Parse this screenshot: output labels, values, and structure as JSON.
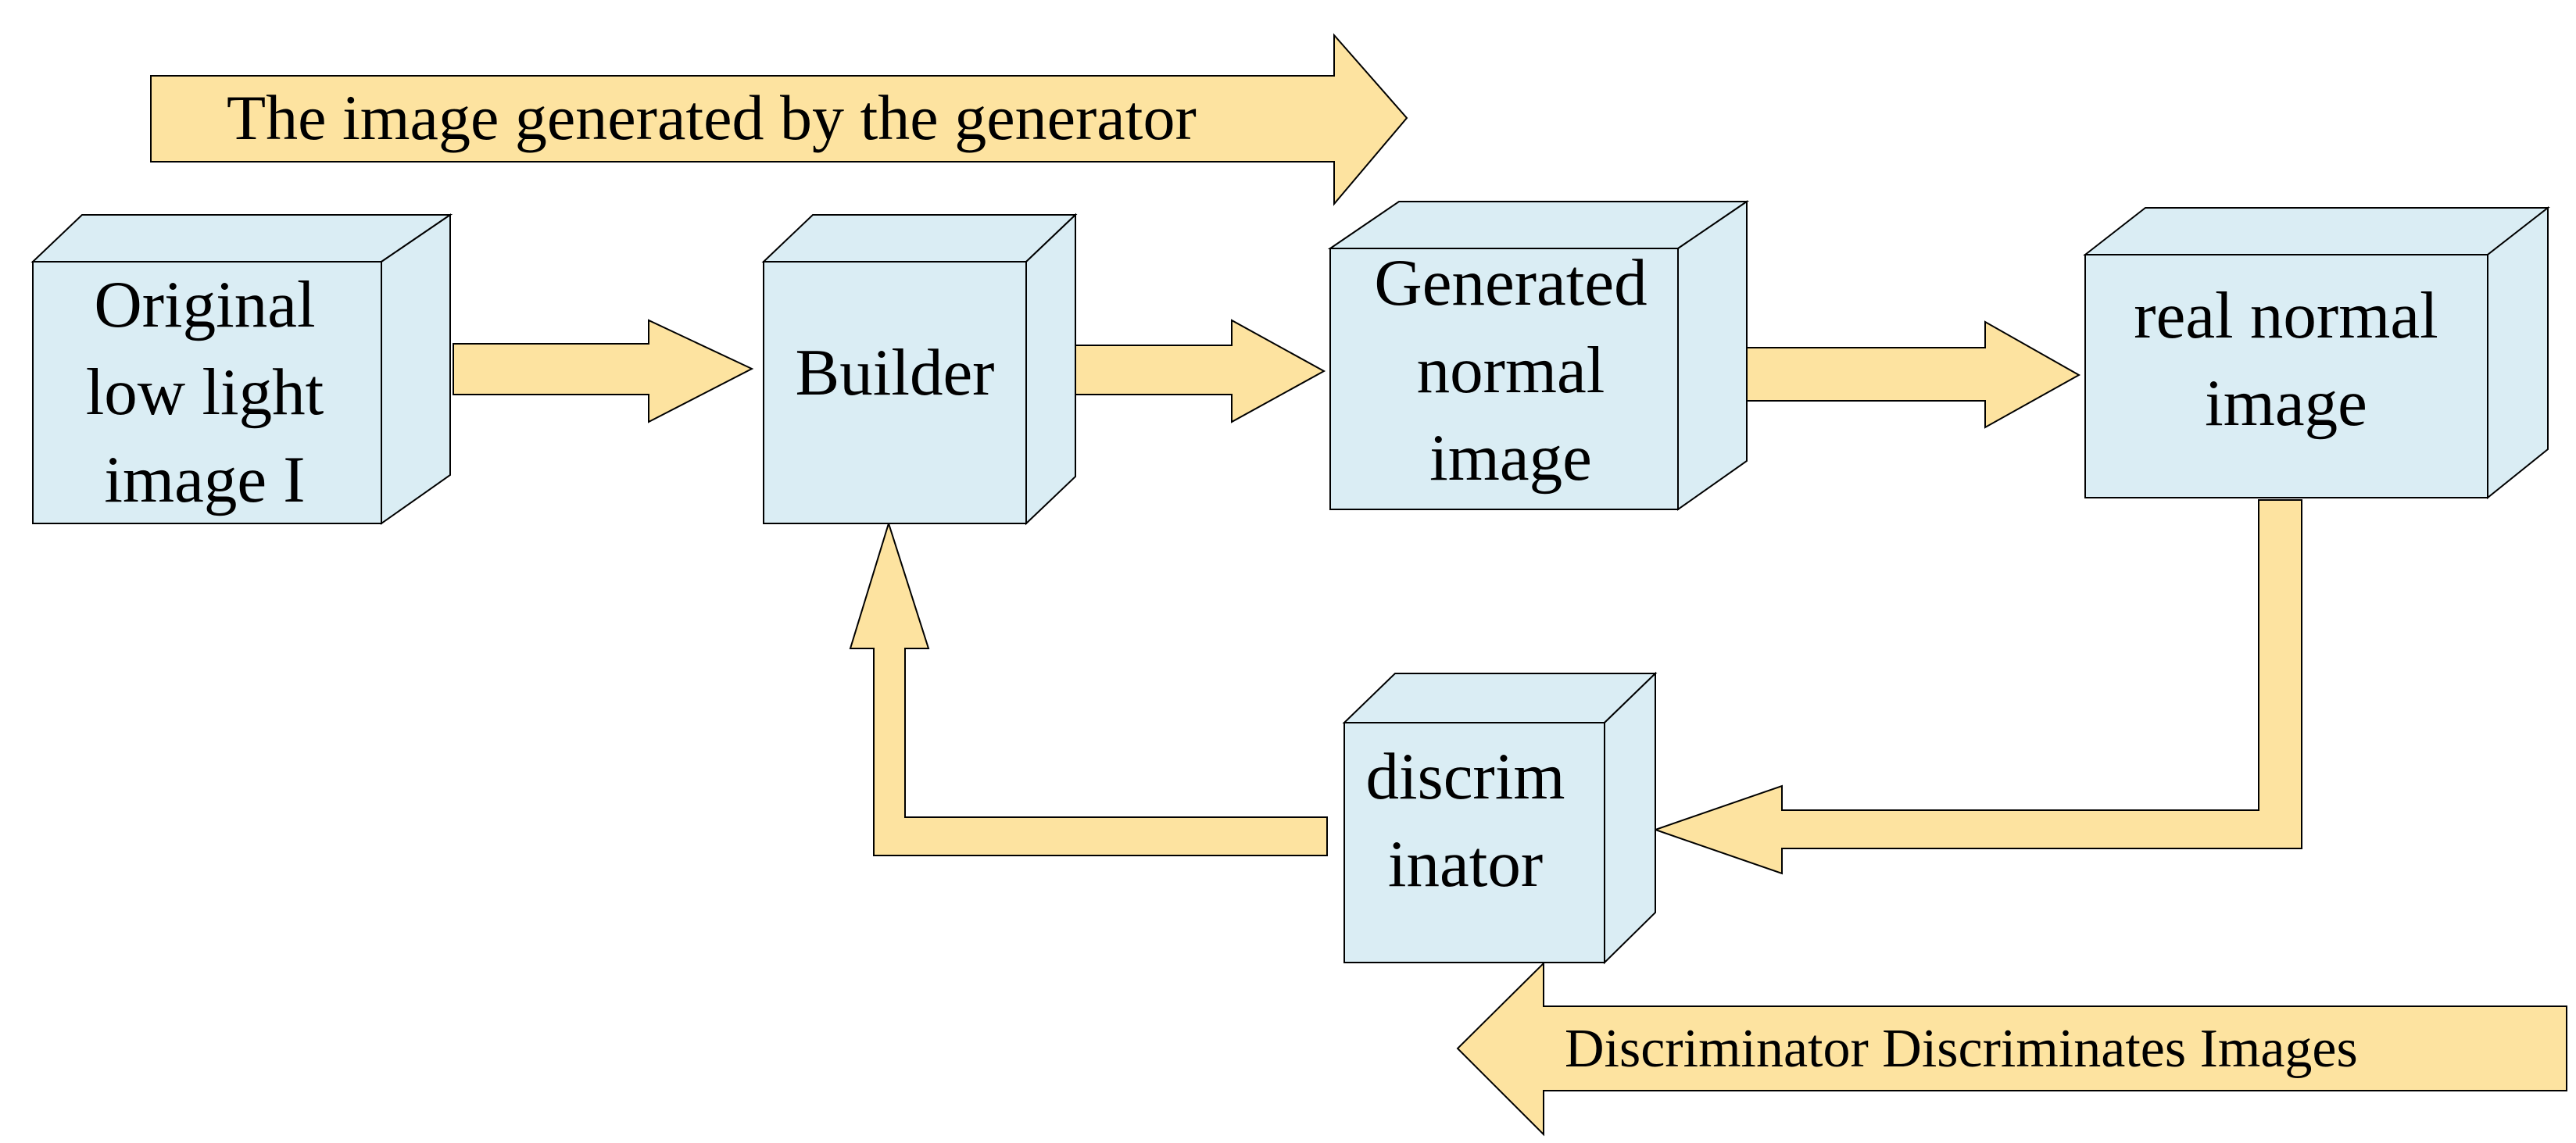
{
  "banners": {
    "top": "The image generated by the generator",
    "bottom": "Discriminator Discriminates Images"
  },
  "boxes": {
    "original": [
      "Original",
      "low light",
      "image I"
    ],
    "builder": [
      "Builder"
    ],
    "generated": [
      "Generated",
      "normal",
      "image"
    ],
    "real": [
      "real normal",
      "image"
    ],
    "discriminator": [
      "discrim",
      "inator"
    ]
  },
  "colors": {
    "arrow_fill": "#fde3a0",
    "box_fill": "#daedf4",
    "outline": "#000000"
  }
}
